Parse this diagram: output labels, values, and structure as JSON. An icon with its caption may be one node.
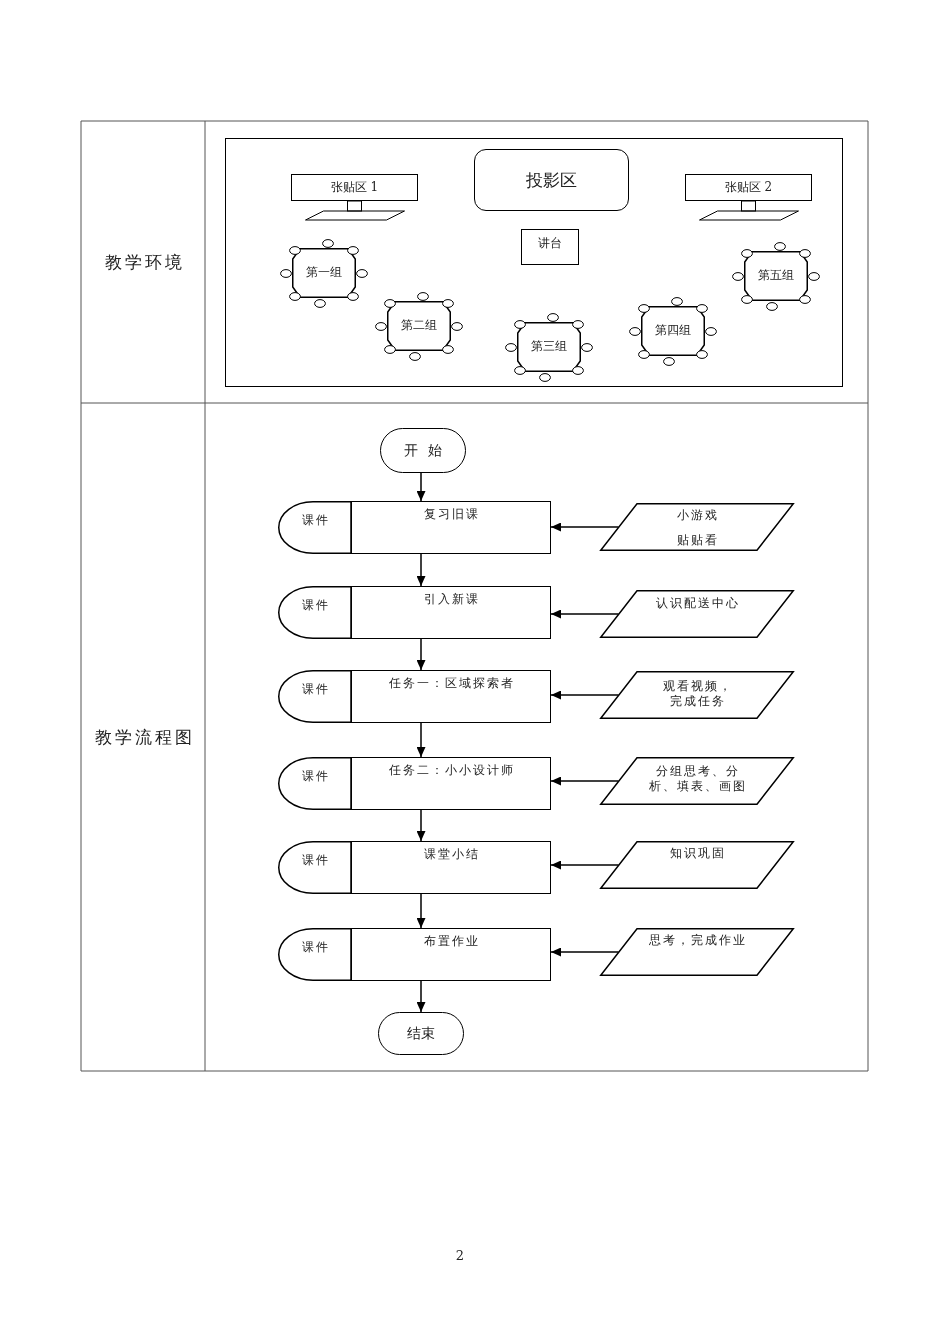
{
  "diagram": {
    "nodes": [
      {
        "text": [],
        "shape": "box"
      },
      {
        "text": [
          "张贴区 1"
        ],
        "in": 0
      },
      {
        "text": [
          "投影区"
        ],
        "in": 0
      },
      {
        "text": [
          "张贴区 2"
        ],
        "in": 0
      },
      {
        "text": [
          "讲台"
        ],
        "in": 0
      },
      {
        "text": [
          "第一组"
        ],
        "in": 0
      },
      {
        "text": [
          "第二组"
        ],
        "in": 0
      },
      {
        "text": [
          "第三组"
        ],
        "in": 0
      },
      {
        "text": [
          "第四组"
        ],
        "in": 0
      },
      {
        "text": [
          "第五组"
        ],
        "in": 0
      },
      {
        "text": [
          "开 始"
        ]
      },
      {
        "text": [
          "课件"
        ]
      },
      {
        "text": [
          "复习旧课"
        ]
      },
      {
        "text": [
          "小游戏",
          "贴贴看"
        ]
      },
      {
        "text": [
          "课件"
        ]
      },
      {
        "text": [
          "引入新课"
        ]
      },
      {
        "text": [
          "认识配送中心"
        ]
      },
      {
        "text": [
          "课件"
        ]
      },
      {
        "text": [
          "任务一：区域探索者"
        ]
      },
      {
        "text": [
          "观看视频，完成任务"
        ]
      },
      {
        "text": [
          "课件"
        ]
      },
      {
        "text": [
          "任务二：小小设计师"
        ]
      },
      {
        "text": [
          "分组思考、分析、填表、画图"
        ]
      },
      {
        "text": [
          "课件"
        ]
      },
      {
        "text": [
          "课堂小结"
        ]
      },
      {
        "text": [
          "知识巩固"
        ]
      },
      {
        "text": [
          "课件"
        ]
      },
      {
        "text": [
          "布置作业"
        ]
      },
      {
        "text": [
          "思考，完成作业"
        ]
      },
      {
        "text": [
          "结束"
        ]
      }
    ],
    "edges": [
      {
        "from": 10,
        "to": 12,
        "arrow": "to"
      },
      {
        "from": 13,
        "to": 12,
        "arrow": "to"
      },
      {
        "from": 12,
        "to": 15,
        "arrow": "to"
      },
      {
        "from": 16,
        "to": 15,
        "arrow": "to"
      },
      {
        "from": 15,
        "to": 18,
        "arrow": "to"
      },
      {
        "from": 19,
        "to": 18,
        "arrow": "to"
      },
      {
        "from": 18,
        "to": 21,
        "arrow": "to"
      },
      {
        "from": 22,
        "to": 21,
        "arrow": "to"
      },
      {
        "from": 21,
        "to": 24,
        "arrow": "to"
      },
      {
        "from": 25,
        "to": 24,
        "arrow": "to"
      },
      {
        "from": 24,
        "to": 27,
        "arrow": "to"
      },
      {
        "from": 28,
        "to": 27,
        "arrow": "to"
      },
      {
        "from": 27,
        "to": 29,
        "arrow": "to"
      }
    ],
    "labels": [
      "教学环境",
      "教学流程图",
      "2"
    ]
  }
}
